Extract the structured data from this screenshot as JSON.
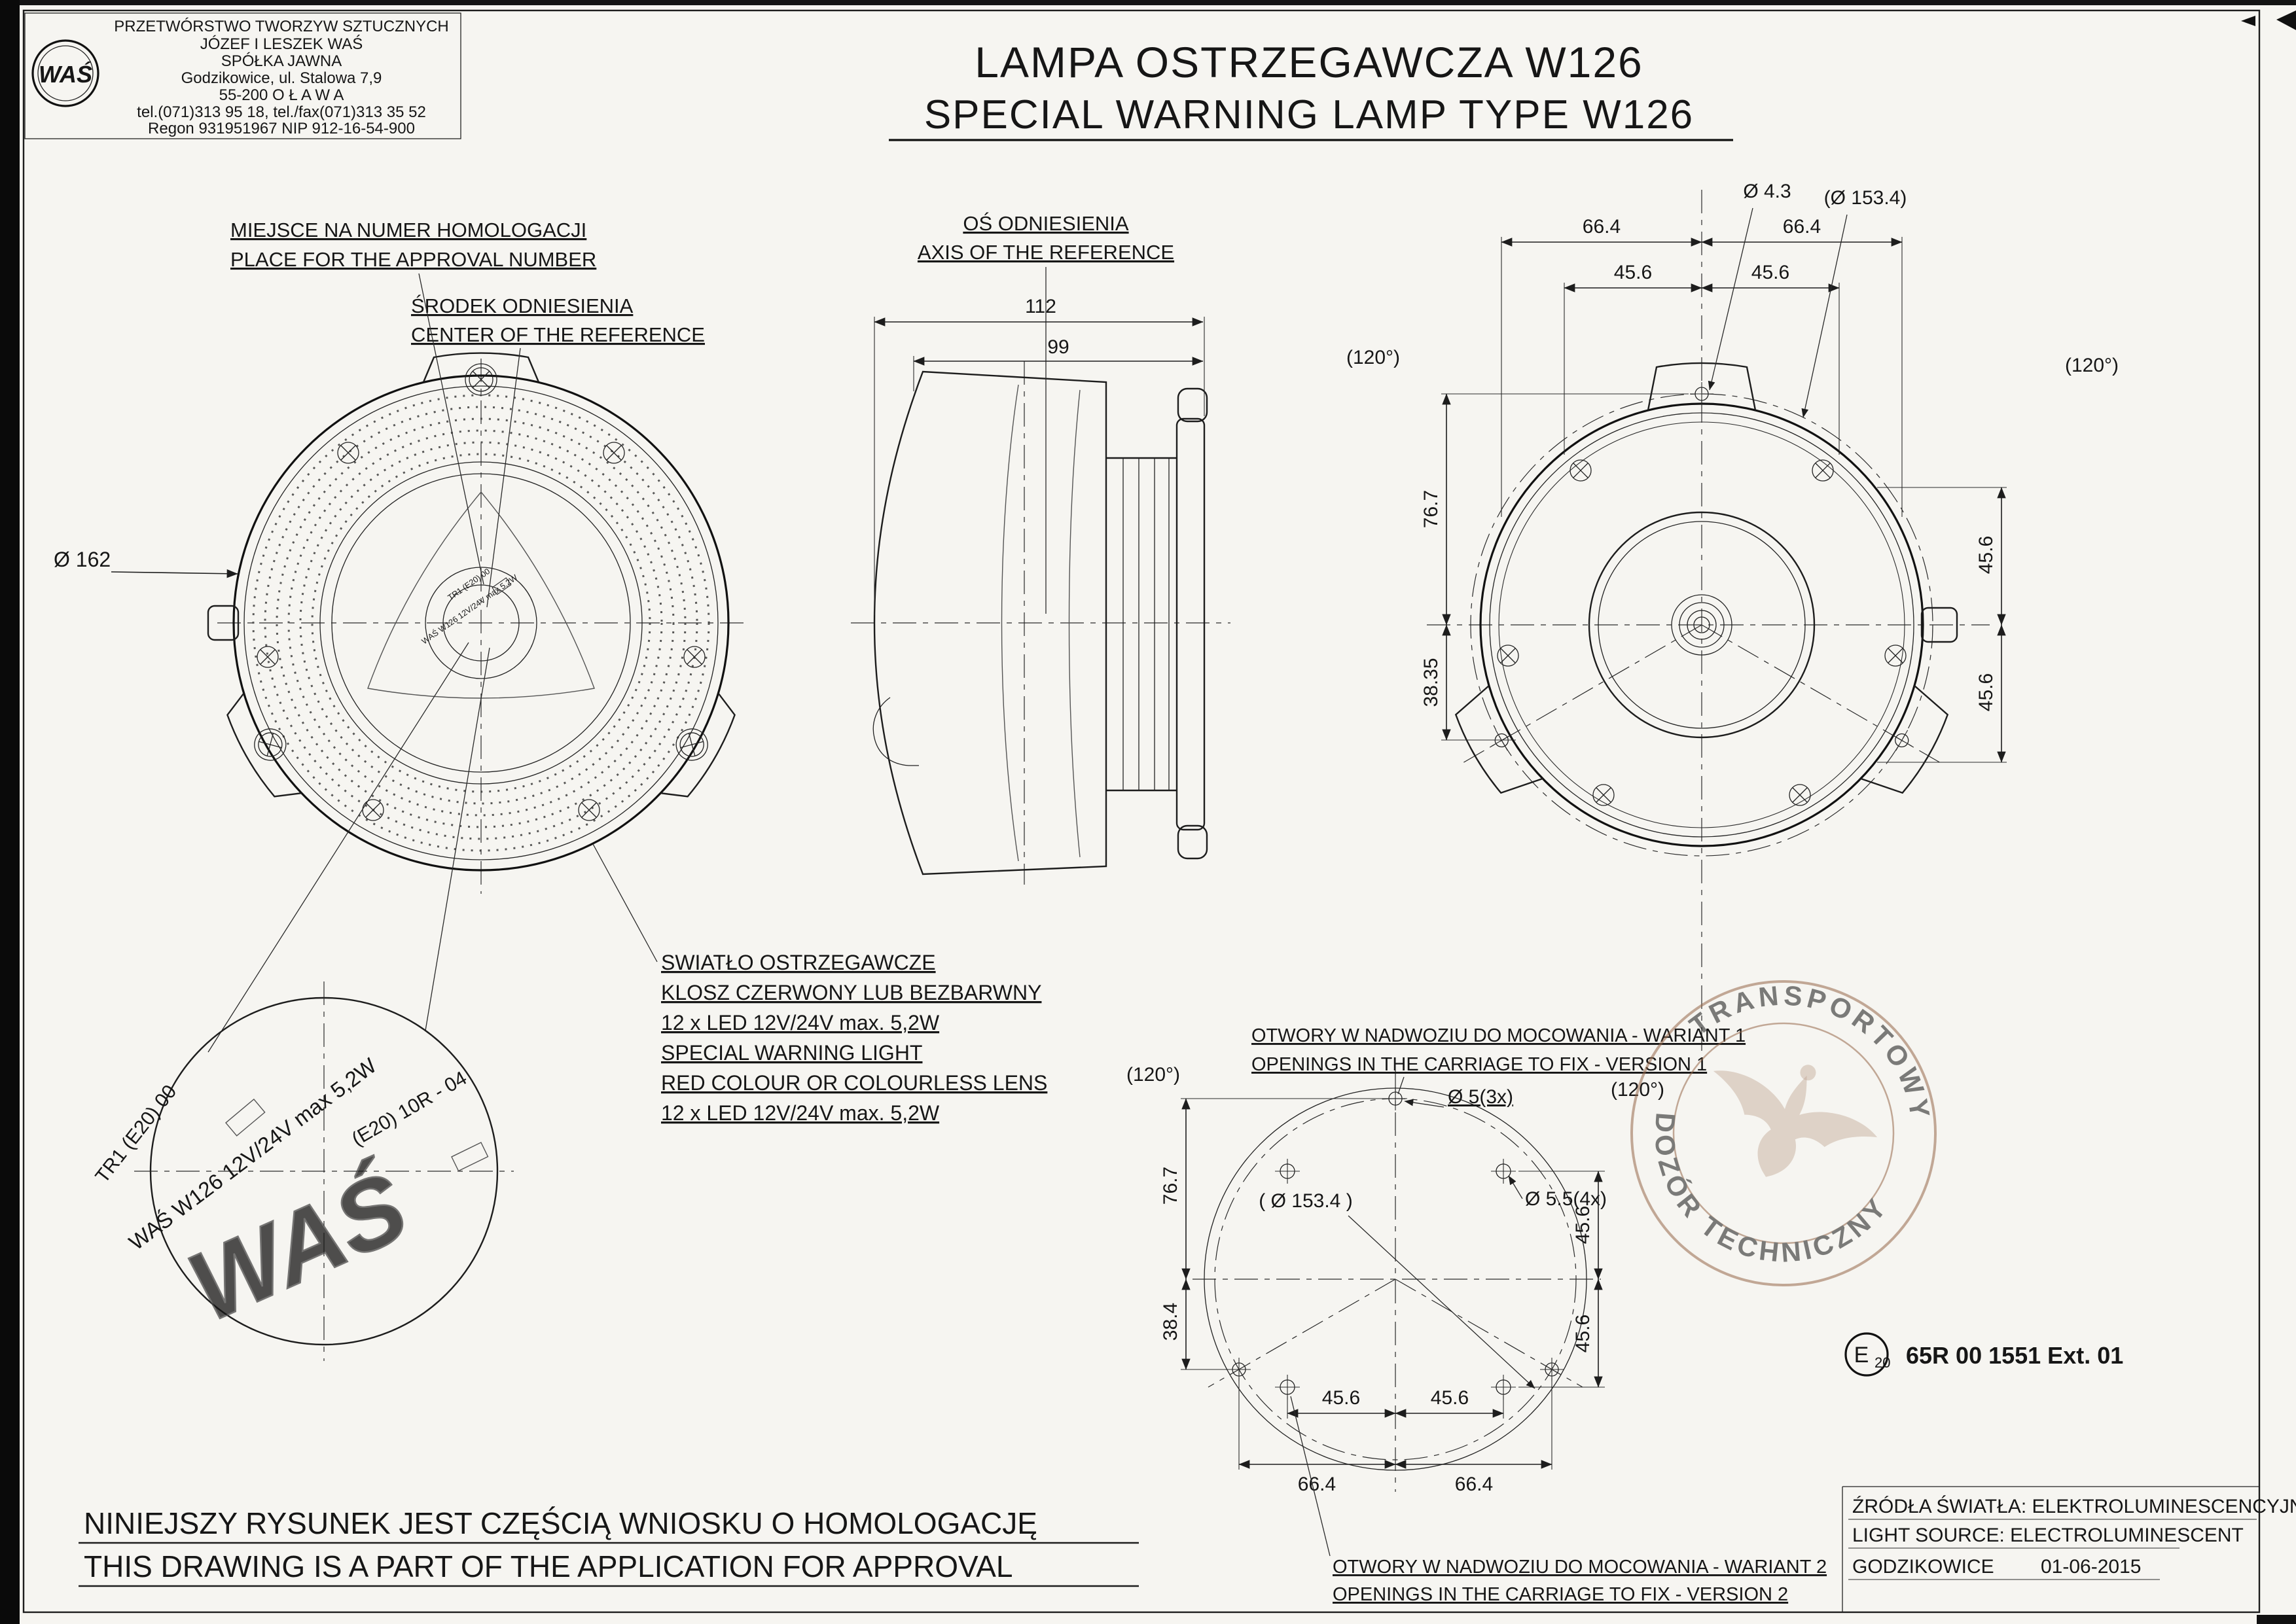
{
  "colors": {
    "paper": "#f6f5f1",
    "ink": "#161616",
    "stamp": "#96684a"
  },
  "company": {
    "logo_text": "WAŚ",
    "lines": [
      "PRZETWÓRSTWO TWORZYW SZTUCZNYCH",
      "JÓZEF I LESZEK WAŚ",
      "SPÓŁKA JAWNA",
      "Godzikowice, ul. Stalowa 7,9",
      "55-200  O Ł A W A",
      "tel.(071)313 95 18, tel./fax(071)313 35 52",
      "Regon 931951967 NIP 912-16-54-900"
    ]
  },
  "title": {
    "pl": "LAMPA OSTRZEGAWCZA W126",
    "en": "SPECIAL WARNING LAMP TYPE W126"
  },
  "front_view": {
    "approval_pl": "MIEJSCE NA NUMER HOMOLOGACJI",
    "approval_en": "PLACE FOR THE APPROVAL NUMBER",
    "center_pl": "ŚRODEK ODNIESIENIA",
    "center_en": "CENTER OF THE REFERENCE",
    "diameter": "Ø 162"
  },
  "side_view": {
    "axis_pl": "OŚ ODNIESIENIA",
    "axis_en": "AXIS OF THE REFERENCE",
    "dim_total": "112",
    "dim_ref": "99"
  },
  "back_view": {
    "dim_66_left": "66.4",
    "dim_66_right": "66.4",
    "dim_45_left": "45.6",
    "dim_45_right": "45.6",
    "dim_hole": "Ø 4.3",
    "dim_bolt": "(Ø 153.4)",
    "angle_left": "(120°)",
    "angle_right": "(120°)",
    "dim_76": "76.7",
    "dim_38": "38.35",
    "dim_45_v_top": "45.6",
    "dim_45_v_bottom": "45.6"
  },
  "spec": {
    "lines": [
      "SWIATŁO OSTRZEGAWCZE",
      "KLOSZ  CZERWONY LUB BEZBARWNY",
      "12 x LED   12V/24V  max. 5,2W",
      "SPECIAL WARNING LIGHT",
      "RED COLOUR OR COLOURLESS LENS",
      "12 x LED   12V/24V  max. 5,2W"
    ]
  },
  "mounting_view": {
    "variant1_pl": "OTWORY W NADWOZIU DO MOCOWANIA - WARIANT 1",
    "variant1_en": "OPENINGS IN THE CARRIAGE TO FIX - VERSION 1",
    "variant2_pl": "OTWORY W NADWOZIU DO MOCOWANIA - WARIANT 2",
    "variant2_en": "OPENINGS IN THE CARRIAGE TO FIX - VERSION 2",
    "dim_hole_v1": "Ø 5(3x)",
    "dim_hole_v2": "Ø 5.5(4x)",
    "dim_bolt": "( Ø 153.4 )",
    "angle_left": "(120°)",
    "angle_right": "(120°)",
    "dim_76": "76.7",
    "dim_38": "38.4",
    "dim_45_v_top": "45.6",
    "dim_45_v_bottom": "45.6",
    "dim_45_b_left": "45.6",
    "dim_45_b_right": "45.6",
    "dim_66_b_left": "66.4",
    "dim_66_b_right": "66.4"
  },
  "detail_view": {
    "mark1": "TR1 (E20) 00",
    "mark2": "(E20) 10R - 04",
    "mark3": "WAŚ W126  12V/24V max 5,2W",
    "logo_text": "WAŚ"
  },
  "emark": {
    "letter": "E",
    "sub": "20",
    "number": "65R 00 1551 Ext. 01"
  },
  "stamp": {
    "top": "TRANSPORTOWY",
    "bottom": "DOZÓR TECHNICZNY"
  },
  "footer_left": {
    "pl": "NINIEJSZY RYSUNEK JEST CZĘŚCIĄ WNIOSKU O  HOMOLOGACJĘ",
    "en": "THIS DRAWING IS A PART OF THE APPLICATION FOR  APPROVAL"
  },
  "footer_right": {
    "source_pl": "ŹRÓDŁA ŚWIATŁA: ELEKTROLUMINESCENCYJNE",
    "source_en": "LIGHT SOURCE: ELECTROLUMINESCENT",
    "place": "GODZIKOWICE",
    "date": "01-06-2015"
  }
}
